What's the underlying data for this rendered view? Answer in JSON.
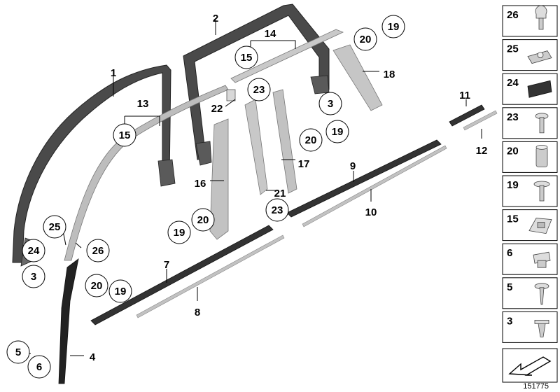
{
  "diagram": {
    "catalog_number": "151775",
    "callouts": [
      {
        "id": "c1",
        "text": "1"
      },
      {
        "id": "c2",
        "text": "2"
      },
      {
        "id": "c3a",
        "text": "3"
      },
      {
        "id": "c3b",
        "text": "3"
      },
      {
        "id": "c4",
        "text": "4"
      },
      {
        "id": "c5",
        "text": "5"
      },
      {
        "id": "c6",
        "text": "6"
      },
      {
        "id": "c7",
        "text": "7"
      },
      {
        "id": "c8",
        "text": "8"
      },
      {
        "id": "c9",
        "text": "9"
      },
      {
        "id": "c10",
        "text": "10"
      },
      {
        "id": "c11",
        "text": "11"
      },
      {
        "id": "c12",
        "text": "12"
      },
      {
        "id": "c13",
        "text": "13"
      },
      {
        "id": "c14",
        "text": "14"
      },
      {
        "id": "c15a",
        "text": "15"
      },
      {
        "id": "c15b",
        "text": "15"
      },
      {
        "id": "c16",
        "text": "16"
      },
      {
        "id": "c17",
        "text": "17"
      },
      {
        "id": "c18",
        "text": "18"
      },
      {
        "id": "c19a",
        "text": "19"
      },
      {
        "id": "c19b",
        "text": "19"
      },
      {
        "id": "c19c",
        "text": "19"
      },
      {
        "id": "c19d",
        "text": "19"
      },
      {
        "id": "c20a",
        "text": "20"
      },
      {
        "id": "c20b",
        "text": "20"
      },
      {
        "id": "c20c",
        "text": "20"
      },
      {
        "id": "c20d",
        "text": "20"
      },
      {
        "id": "c21",
        "text": "21"
      },
      {
        "id": "c22",
        "text": "22"
      },
      {
        "id": "c23a",
        "text": "23"
      },
      {
        "id": "c23b",
        "text": "23"
      },
      {
        "id": "c24",
        "text": "24"
      },
      {
        "id": "c25",
        "text": "25"
      },
      {
        "id": "c26",
        "text": "26"
      }
    ],
    "parts_column": [
      "26",
      "25",
      "24",
      "23",
      "20",
      "19",
      "15",
      "6",
      "5",
      "3"
    ]
  }
}
